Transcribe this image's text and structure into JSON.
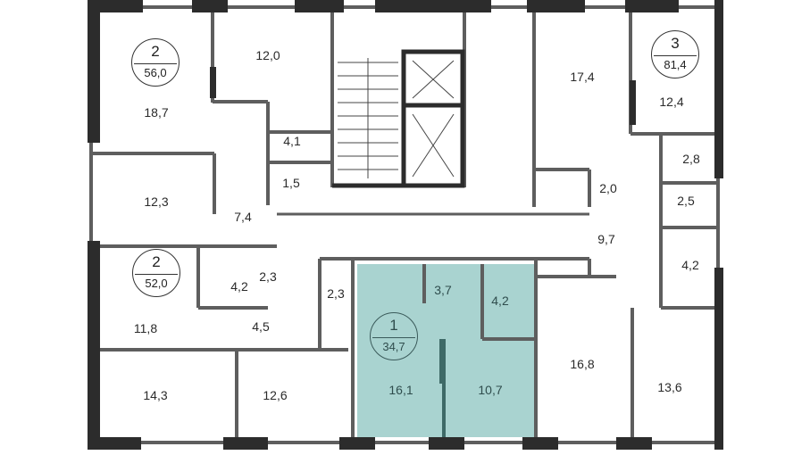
{
  "colors": {
    "highlight": "#a9d3d0",
    "wall": "#5e5e5e",
    "wall_dark": "#2c2c2c"
  },
  "apartments": [
    {
      "rooms": "2",
      "area": "56,0"
    },
    {
      "rooms": "3",
      "area": "81,4"
    },
    {
      "rooms": "2",
      "area": "52,0"
    },
    {
      "rooms": "1",
      "area": "34,7",
      "highlighted": true
    }
  ],
  "rooms": [
    "18,7",
    "12,0",
    "4,1",
    "1,5",
    "12,3",
    "7,4",
    "17,4",
    "12,4",
    "2,8",
    "2,0",
    "2,5",
    "9,7",
    "4,2",
    "4,2",
    "2,3",
    "2,3",
    "11,8",
    "4,5",
    "3,7",
    "4,2",
    "16,1",
    "10,7",
    "16,8",
    "13,6",
    "14,3",
    "12,6"
  ]
}
